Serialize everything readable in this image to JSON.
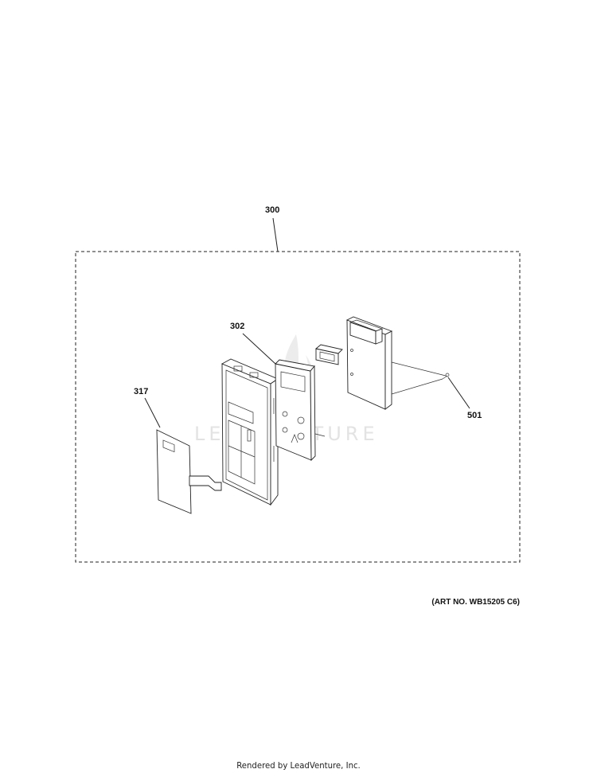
{
  "callouts": {
    "assembly": "300",
    "panel": "302",
    "membrane": "317",
    "screw": "501"
  },
  "art_number": "(ART NO. WB15205 C6)",
  "watermark": "LEADVENTURE",
  "footer": "Rendered by LeadVenture, Inc.",
  "colors": {
    "line": "#222222",
    "watermark": "#e3e3e3",
    "background": "#ffffff"
  }
}
